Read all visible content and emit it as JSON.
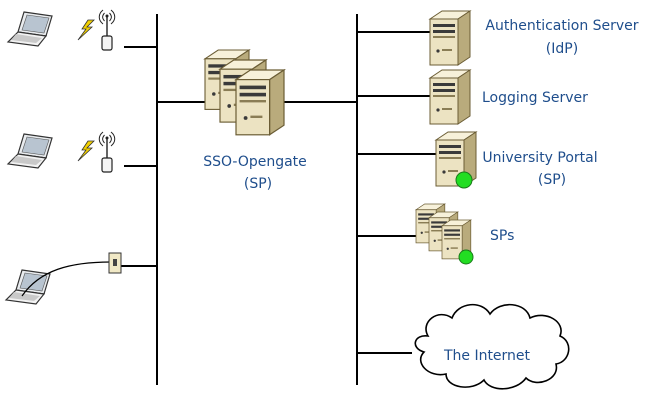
{
  "colors": {
    "label": "#1f4e8c",
    "line": "#000000",
    "server_front": "#ece3c2",
    "server_side": "#b9ab7c",
    "status_green": "#22dd22",
    "laptop_screen": "#b8c4d0",
    "lightning": "#f2d000"
  },
  "nodes": {
    "sso": {
      "name": "SSO-Opengate",
      "role": "(SP)",
      "icon": "server-cluster-icon"
    },
    "auth": {
      "name": "Authentication Server",
      "role": "(IdP)",
      "icon": "server-icon"
    },
    "logging": {
      "name": "Logging Server",
      "icon": "server-icon"
    },
    "portal": {
      "name": "University Portal",
      "role": "(SP)",
      "icon": "server-with-status-icon"
    },
    "sps": {
      "name": "SPs",
      "icon": "server-cluster-with-status-icon"
    },
    "internet": {
      "name": "The Internet",
      "icon": "cloud-icon"
    },
    "clients": [
      {
        "type": "wireless-laptop",
        "icon": "laptop-icon"
      },
      {
        "type": "wireless-laptop",
        "icon": "laptop-icon"
      },
      {
        "type": "wired-laptop",
        "icon": "laptop-icon"
      }
    ]
  }
}
